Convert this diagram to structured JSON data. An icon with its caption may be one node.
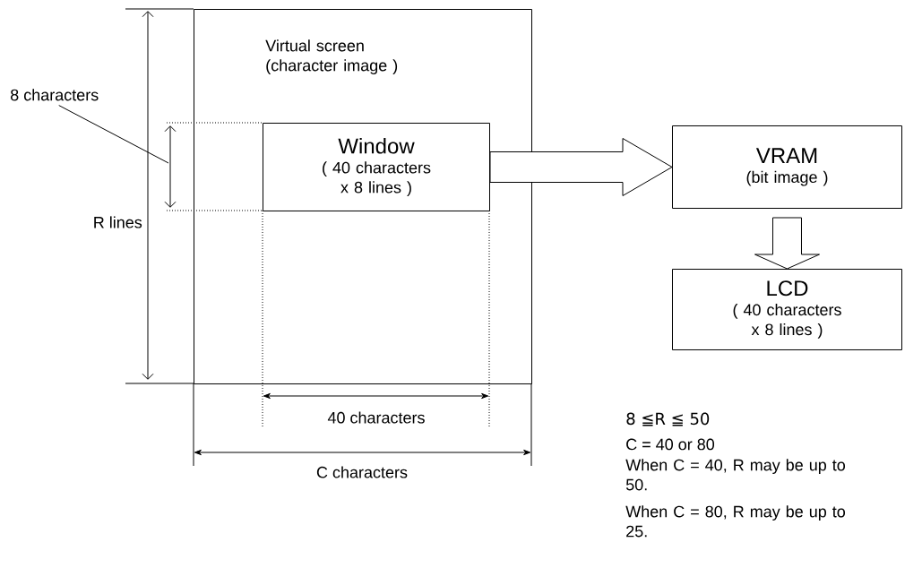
{
  "diagram": {
    "nodes": [
      {
        "text": [
          "Virtual screen (character image )"
        ]
      },
      {
        "text": [
          "Window",
          "( 40 characters x 8 lines )"
        ],
        "in": 0
      },
      {
        "text": [
          "VRAM",
          "(bit image )"
        ]
      },
      {
        "text": [
          "LCD",
          "( 40 characters x 8 lines )"
        ]
      },
      {
        "text": [
          "8 characters"
        ]
      }
    ],
    "edges": [
      {
        "from": 1,
        "to": 2,
        "arrow": "to"
      },
      {
        "from": 2,
        "to": 3,
        "arrow": "to"
      },
      {
        "from": 4,
        "to": null,
        "arrow": "none"
      }
    ],
    "labels": [
      "R lines",
      "40 characters",
      "C characters",
      "8 ≦R ≦ 50",
      "C = 40 or 80",
      "When C = 40, R may be up to 50.",
      "When C = 80, R may be up to 25."
    ]
  }
}
